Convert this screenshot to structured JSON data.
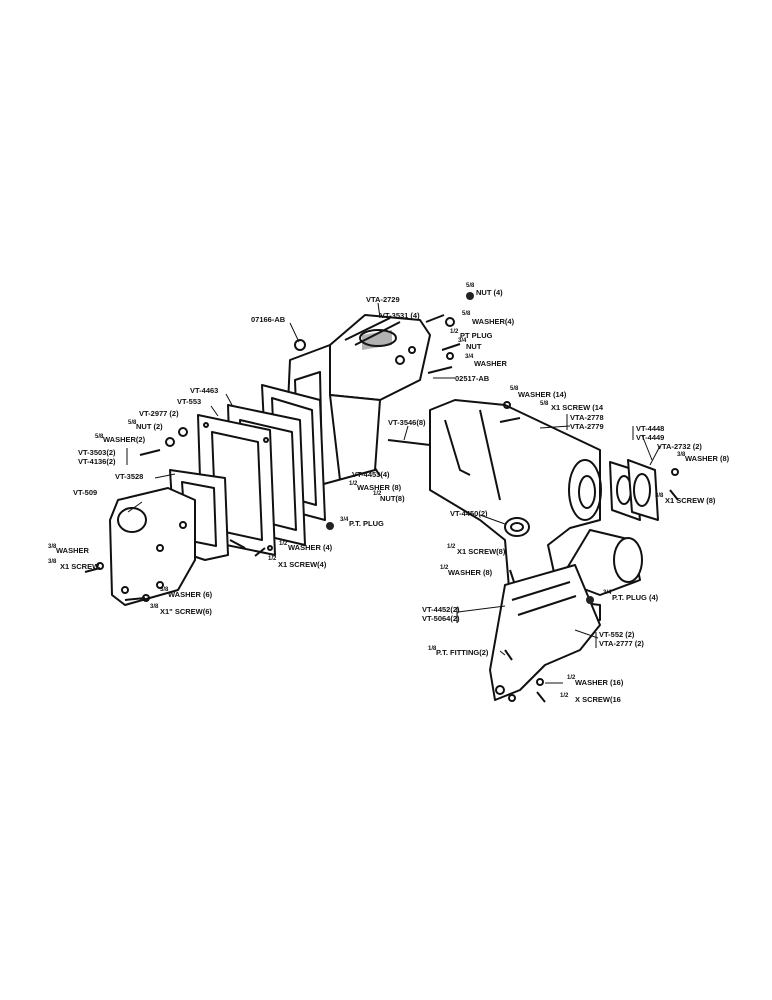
{
  "figure": {
    "labels": {
      "nut_top": "NUT (4)",
      "nut_top_frac": "5/8",
      "vta_2729": "VTA-2729",
      "washer_top": "WASHER(4)",
      "washer_top_frac": "5/8",
      "vt_3531": "VT-3531 (4)",
      "pt_plug_top": "PT PLUG",
      "pt_plug_top_frac": "1/2",
      "nut_mid": "NUT",
      "nut_mid_frac": "3/4",
      "washer_mid": "WASHER",
      "washer_mid_frac": "3/4",
      "part_07166": "07166-AB",
      "part_02517": "02517-AB",
      "washer_14": "WASHER (14)",
      "washer_14_frac": "5/8",
      "screw_14": "X1 SCREW (14",
      "screw_14_frac": "5/8",
      "vta_2778": "VTA-2778",
      "vta_2779": "VTA-2779",
      "vt_4463": "VT-4463",
      "vt_553": "VT-553",
      "vt_2977": "VT-2977 (2)",
      "nut_2": "NUT (2)",
      "nut_2_frac": "5/8",
      "washer_2": "WASHER(2)",
      "washer_2_frac": "5/8",
      "vt_3503": "VT-3503(2)",
      "vt_4136": "VT-4136(2)",
      "vt_3528": "VT-3528",
      "vt_3546": "VT-3546(8)",
      "vt_4453": "VT-4453(4)",
      "washer_8a": "WASHER (8)",
      "washer_8a_frac": "1/2",
      "nut_8": "NUT(8)",
      "nut_8_frac": "1/2",
      "vt_4448": "VT-4448",
      "vt_4449": "VT-4449",
      "vta_2732": "VTA-2732 (2)",
      "washer_8b": "WASHER (8)",
      "washer_8b_frac": "3/8",
      "screw_8b": "X1 SCREW (8)",
      "screw_8b_frac": "3/8",
      "vt_509": "VT-509",
      "pt_plug_mid": "P.T. PLUG",
      "pt_plug_mid_frac": "3/4",
      "vt_4450": "VT-4450(2)",
      "washer_4": "WASHER (4)",
      "washer_4_frac": "1/2",
      "screw_4": "X1 SCREW(4)",
      "screw_4_frac": "1/2",
      "washer_left": "WASHER",
      "washer_left_frac": "3/8",
      "screw_left": "X1 SCREW",
      "screw_left_frac": "3/8",
      "screw_8c": "X1 SCREW(8)",
      "screw_8c_frac": "1/2",
      "washer_8c": "WASHER (8)",
      "washer_8c_frac": "1/2",
      "washer_6": "WASHER (6)",
      "washer_6_frac": "3/8",
      "screw_6": "X1\" SCREW(6)",
      "screw_6_frac": "3/8",
      "pt_plug_4": "P.T. PLUG (4)",
      "pt_plug_4_frac": "3/4",
      "vt_4452": "VT-4452(2)",
      "vt_5064": "VT-5064(2)",
      "vt_552": "VT-552 (2)",
      "vta_2777": "VTA-2777 (2)",
      "pt_fitting": "P.T. FITTING(2)",
      "pt_fitting_frac": "1/8",
      "washer_16": "WASHER (16)",
      "washer_16_frac": "1/2",
      "screw_16": "X SCREW(16",
      "screw_16_frac": "1/2"
    }
  }
}
